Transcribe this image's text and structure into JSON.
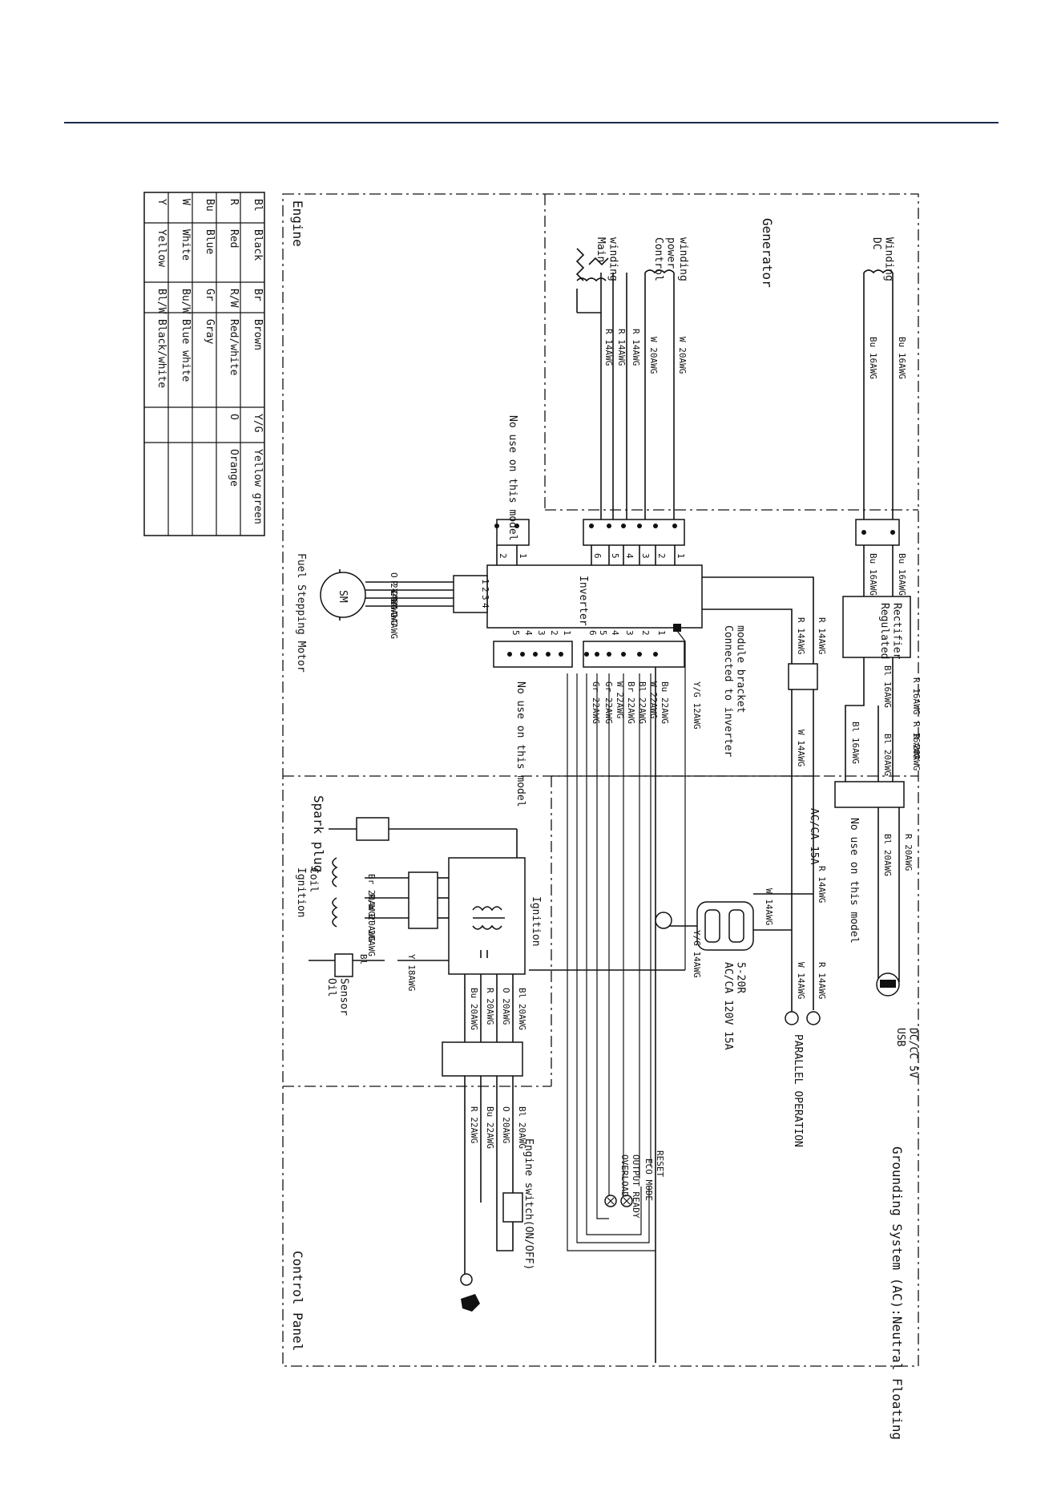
{
  "legend": {
    "rows": [
      [
        "Bl",
        "Black",
        "Br",
        "Brown",
        "Y/G",
        "Yellow green"
      ],
      [
        "R",
        "Red",
        "R/W",
        "Red/white",
        "O",
        "Orange"
      ],
      [
        "Bu",
        "Blue",
        "Gr",
        "Gray",
        "",
        ""
      ],
      [
        "W",
        "White",
        "Bu/W",
        "Blue white",
        "",
        ""
      ],
      [
        "Y",
        "Yellow",
        "Bl/W",
        "Black/white",
        "",
        ""
      ]
    ]
  },
  "sections": {
    "engine": "Engine",
    "generator": "Generator",
    "control_panel": "Control Panel",
    "grounding": "Grounding System (AC):Neutral Floating"
  },
  "components": {
    "dc_winding": "DC\nWinding",
    "main_winding": "Main\nwinding",
    "control_power_winding": "Control\npower\nwinding",
    "inverter": "Inverter",
    "regulated_rectifier": "Regulated\nRectifier",
    "fuel_motor": "Fuel Stepping Motor",
    "sm": "SM",
    "spark_plug": "Spark plug",
    "ignition_coil": "Ignition\nCoil",
    "ignition": "Ignition",
    "oil_sensor": "Oil\nSensor",
    "usb": "USB\nDC/CC 5V",
    "outlet": "AC/CA 120V 15A\n5-20R",
    "breaker": "AC/CA 15A",
    "parallel": "PARALLEL OPERATION",
    "engine_switch": "Engine switch(ON/OFF)",
    "bracket_note": "Connected to inverter\nmodule bracket",
    "no_use_1": "No use on this model",
    "no_use_2": "No use on this model",
    "no_use_3": "No use on this model"
  },
  "indicators": [
    "RESET",
    "ECO MODE",
    "OUTPUT READY",
    "OVERLOAD"
  ],
  "wire_labels": {
    "dc1": "Bu 16AWG",
    "dc2": "Bu 16AWG",
    "rect1": "Bu 16AWG",
    "rect2": "Bu 16AWG",
    "rect_out1": "R 16AWG",
    "rect_out2": "Bl 16AWG",
    "gen_r1": "R 14AWG",
    "gen_r2": "R 14AWG",
    "gen_r3": "R 14AWG",
    "gen_w1": "W 20AWG",
    "gen_w2": "W 20AWG",
    "motor_o": "O 24AWG",
    "motor_p": "P 24AWG",
    "motor_y": "Y 24AWG",
    "motor_bu": "Bu 24AWG",
    "sig_bu": "Bu 22AWG",
    "sig_w": "W 22AWG",
    "sig_bl": "Bl 22AWG",
    "sig_br": "Br 22AWG",
    "sig_w2": "W 22AWG",
    "sig_gr": "Gr 22AWG",
    "sig_gr2": "Gr 22AWG",
    "yg12": "Y/G 12AWG",
    "ac_r1": "R 14AWG",
    "ac_r2": "R 14AWG",
    "ac_w1": "W 14AWG",
    "usb_r": "R 20AWG",
    "usb_bl": "Bl 20AWG",
    "usb_r2": "R 16AWG",
    "usb_bl2": "Bl 16AWG",
    "usb_r3": "R 20AWG",
    "usb_bl3": "Bl 20AWG",
    "out_w": "W 14AWG",
    "out_r": "R 14AWG",
    "out_yg": "Y/G 14AWG",
    "par_r": "R 14AWG",
    "par_w": "W 14AWG",
    "coil_br": "Br 20AWG",
    "coil_rw": "R/W 20AWG",
    "coil_bl": "Bl 20AWG",
    "oil_bl": "Bl",
    "oil_y": "Y 18AWG",
    "ign_bl": "Bl 20AWG",
    "ign_o": "O 20AWG",
    "ign_r": "R 20AWG",
    "ign_bu": "Bu 20AWG",
    "cp_bl": "Bl 20AWG",
    "cp_o": "O 20AWG",
    "cp_bu": "Bu 22AWG",
    "cp_r": "R 22AWG"
  },
  "pins": {
    "gen": [
      "1",
      "2",
      "3",
      "4",
      "5",
      "6"
    ],
    "nouse": [
      "1",
      "2"
    ],
    "motor": [
      "1",
      "2",
      "3",
      "4"
    ],
    "sig": [
      "1",
      "2",
      "3",
      "4",
      "5",
      "6"
    ],
    "nouse5": [
      "1",
      "2",
      "3",
      "4",
      "5"
    ]
  }
}
